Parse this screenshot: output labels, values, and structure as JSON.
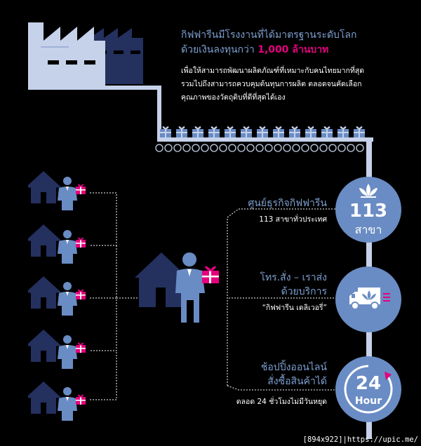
{
  "factory": {
    "heading_line1": "กิฟฟารีนมีโรงงานที่ได้มาตรฐานระดับโลก",
    "heading_line2_prefix": "ด้วยเงินลงทุนกว่า ",
    "heading_amount": "1,000 ล้านบาท",
    "body_line1": "เพื่อให้สามารถพัฒนาผลิตภัณฑ์ที่เหมาะกับคนไทยมากที่สุด",
    "body_line2": "รวมไปถึงสามารถควบคุมต้นทุนการผลิต ตลอดจนคัดเลือก",
    "body_line3": "คุณภาพของวัตถุดิบที่ดีที่สุดได้เอง"
  },
  "features": [
    {
      "title": "ศูนย์ธุรกิจกิฟฟารีน",
      "subtitle": "113 สาขาทั่วประเทศ",
      "badge_number": "113",
      "badge_label": "สาขา",
      "icon": "giffarine-logo-icon"
    },
    {
      "title_line1": "โทร.สั่ง – เราส่ง",
      "title_line2": "ด้วยบริการ",
      "subtitle": "“กิฟฟารีน เดลิเวอรี่”",
      "icon": "delivery-truck-icon"
    },
    {
      "title_line1": "ช้อปปิ้งออนไลน์",
      "title_line2": "สั่งซื้อสินค้าได้",
      "subtitle": "ตลอด 24 ชั่วโมงไม่มีวันหยุด",
      "badge_number": "24",
      "badge_label": "Hour",
      "icon": "clock-24-icon"
    }
  ],
  "watermark": "[894x922]|https://upic.me/",
  "colors": {
    "accent": "#e6007e",
    "blue": "#6a8cc4",
    "light_blue": "#7d9fd0",
    "navy": "#24305e",
    "pale": "#c6d2ea"
  }
}
